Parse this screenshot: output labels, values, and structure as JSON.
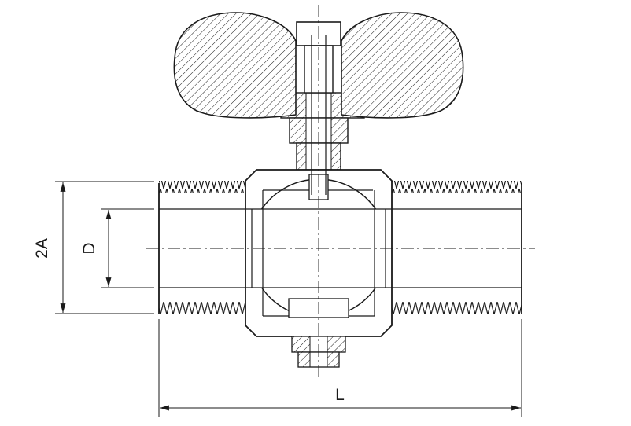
{
  "drawing": {
    "subject": "ball-valve-cross-section-with-butterfly-handle",
    "dimensions": {
      "height_label": "2A",
      "bore_label": "D",
      "length_label": "L"
    },
    "colors": {
      "line": "#1a1a1a",
      "background": "#ffffff"
    }
  }
}
